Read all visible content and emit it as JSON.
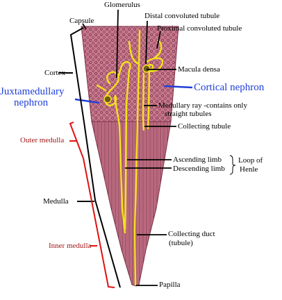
{
  "labels": {
    "glomerulus": "Glomerulus",
    "distal": "Distal convoluted tubule",
    "proximal": "Proximal convoluted tubule",
    "capsule": "Capsule",
    "cortex": "Cortex",
    "macula": "Macula densa",
    "cortical": "Cortical nephron",
    "juxta1": "Juxtamedullary",
    "juxta2": "nephron",
    "medray1": "Medullary ray -contains only",
    "medray2": "straight tubules",
    "collecting_tubule": "Collecting tubule",
    "outer_medulla": "Outer medulla",
    "ascending": "Ascending limb",
    "descending": "Descending limb",
    "loop1": "Loop of",
    "loop2": "Henle",
    "medulla": "Medulla",
    "inner_medulla": "Inner medulla",
    "duct1": "Collecting duct",
    "duct2": "(tubule)",
    "papilla": "Papilla"
  },
  "colors": {
    "tissue": "#c77a8e",
    "tissue_dark": "#7a2f47",
    "nephron": "#f3e21a",
    "blue_label": "#1f3fd6",
    "red_label": "#a01818",
    "bracket_black": "#000000",
    "bracket_red": "#e01010"
  }
}
